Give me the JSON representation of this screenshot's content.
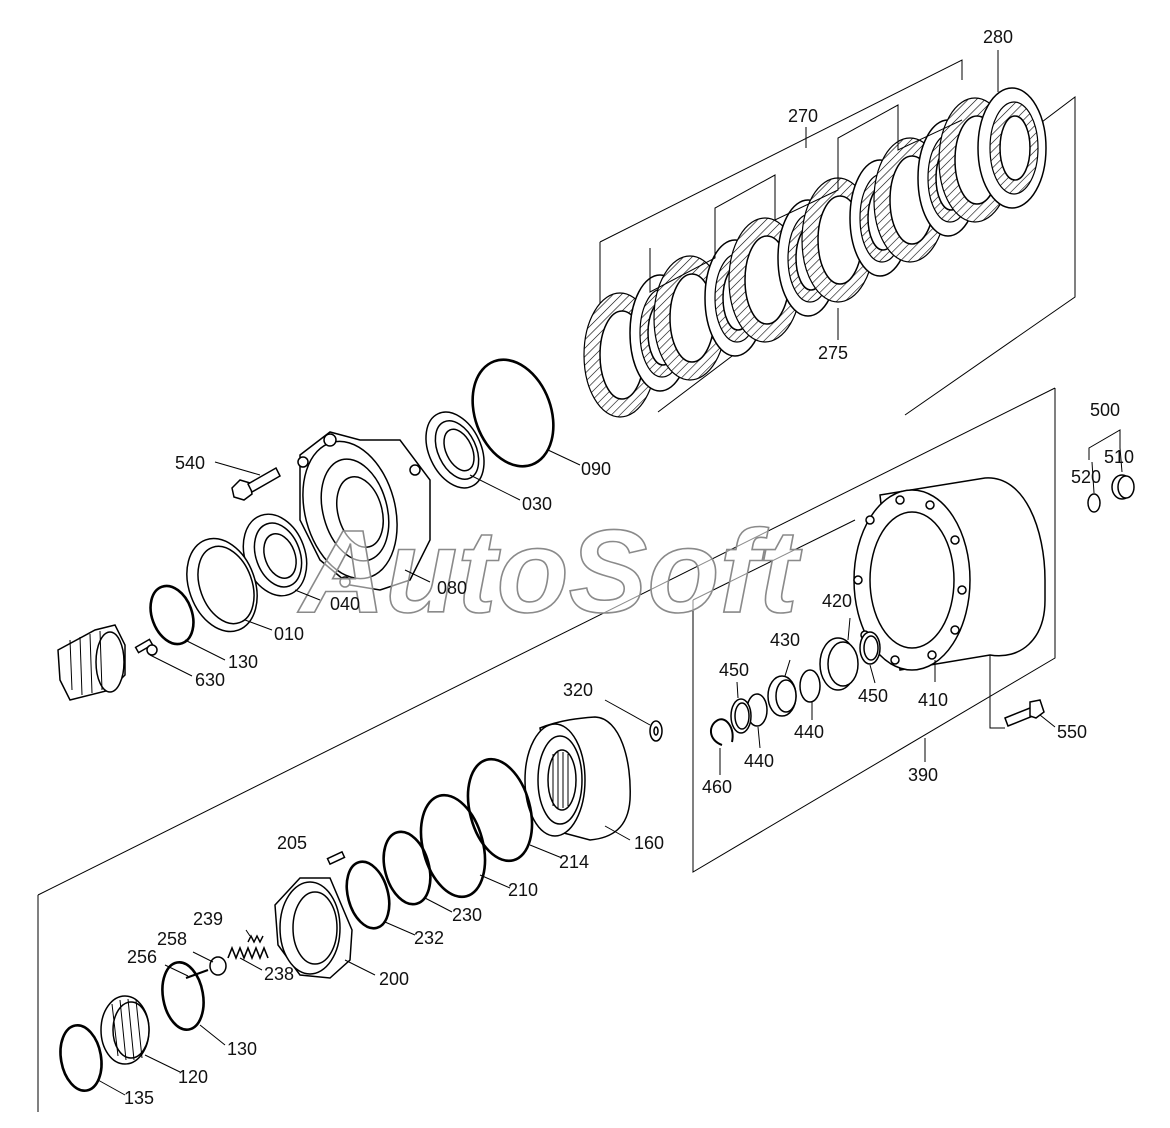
{
  "watermark": {
    "text": "AutoSoft"
  },
  "part_labels": [
    {
      "id": "p280",
      "text": "280"
    },
    {
      "id": "p270",
      "text": "270"
    },
    {
      "id": "p275",
      "text": "275"
    },
    {
      "id": "p090",
      "text": "090"
    },
    {
      "id": "p030",
      "text": "030"
    },
    {
      "id": "p540",
      "text": "540"
    },
    {
      "id": "p080",
      "text": "080"
    },
    {
      "id": "p040",
      "text": "040"
    },
    {
      "id": "p010",
      "text": "010"
    },
    {
      "id": "p130a",
      "text": "130"
    },
    {
      "id": "p630",
      "text": "630"
    },
    {
      "id": "p500",
      "text": "500"
    },
    {
      "id": "p510",
      "text": "510"
    },
    {
      "id": "p520",
      "text": "520"
    },
    {
      "id": "p420",
      "text": "420"
    },
    {
      "id": "p430",
      "text": "430"
    },
    {
      "id": "p450a",
      "text": "450"
    },
    {
      "id": "p450b",
      "text": "450"
    },
    {
      "id": "p410",
      "text": "410"
    },
    {
      "id": "p440a",
      "text": "440"
    },
    {
      "id": "p440b",
      "text": "440"
    },
    {
      "id": "p460",
      "text": "460"
    },
    {
      "id": "p550",
      "text": "550"
    },
    {
      "id": "p390",
      "text": "390"
    },
    {
      "id": "p320",
      "text": "320"
    },
    {
      "id": "p160",
      "text": "160"
    },
    {
      "id": "p214",
      "text": "214"
    },
    {
      "id": "p210",
      "text": "210"
    },
    {
      "id": "p230",
      "text": "230"
    },
    {
      "id": "p232",
      "text": "232"
    },
    {
      "id": "p205",
      "text": "205"
    },
    {
      "id": "p200",
      "text": "200"
    },
    {
      "id": "p239",
      "text": "239"
    },
    {
      "id": "p258",
      "text": "258"
    },
    {
      "id": "p256",
      "text": "256"
    },
    {
      "id": "p238",
      "text": "238"
    },
    {
      "id": "p130b",
      "text": "130"
    },
    {
      "id": "p120",
      "text": "120"
    },
    {
      "id": "p135",
      "text": "135"
    }
  ]
}
